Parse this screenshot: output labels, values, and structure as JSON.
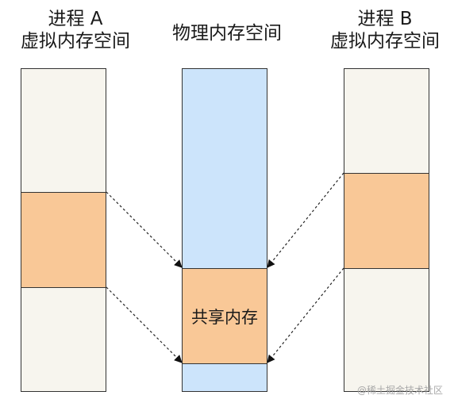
{
  "labels": {
    "proc_a_line1": "进程 A",
    "proc_a_line2": "虚拟内存空间",
    "physical": "物理内存空间",
    "proc_b_line1": "进程 B",
    "proc_b_line2": "虚拟内存空间"
  },
  "shared_label": "共享内存",
  "watermark": "@稀土掘金技术社区",
  "colors": {
    "virtual_bg": "#f7f5ee",
    "physical_bg": "#cce4fb",
    "shared_bg": "#f9c897",
    "border": "#333333"
  }
}
